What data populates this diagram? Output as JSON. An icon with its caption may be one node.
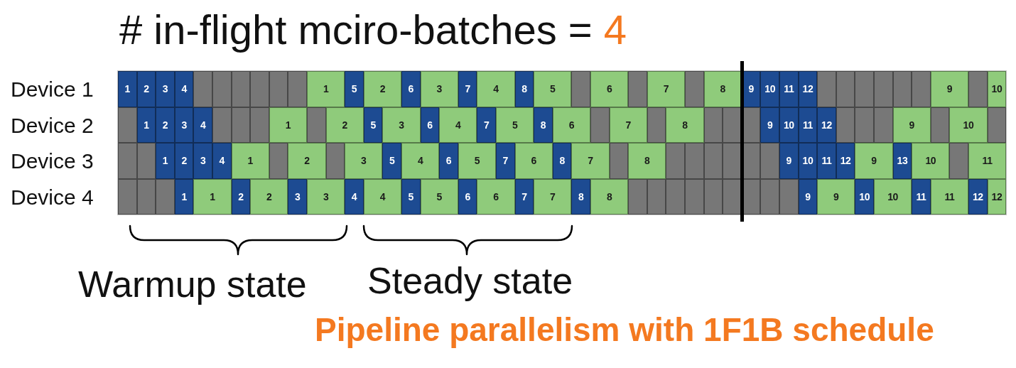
{
  "diagram": {
    "title": "# in-flight mciro-batches = 4",
    "caption": "Pipeline parallelism with 1F1B schedule",
    "nodes": [
      {
        "text": [
          "Device 1"
        ]
      },
      {
        "text": [
          "1"
        ],
        "in": 0
      },
      {
        "text": [
          "2"
        ],
        "in": 0
      },
      {
        "text": [
          "3"
        ],
        "in": 0
      },
      {
        "text": [
          "4"
        ],
        "in": 0
      },
      {
        "text": [],
        "shape": "box",
        "in": 0
      },
      {
        "text": [],
        "shape": "box",
        "in": 0
      },
      {
        "text": [],
        "shape": "box",
        "in": 0
      },
      {
        "text": [],
        "shape": "box",
        "in": 0
      },
      {
        "text": [],
        "shape": "box",
        "in": 0
      },
      {
        "text": [],
        "shape": "box",
        "in": 0
      },
      {
        "text": [
          "1"
        ],
        "in": 0
      },
      {
        "text": [
          "5"
        ],
        "in": 0
      },
      {
        "text": [
          "2"
        ],
        "in": 0
      },
      {
        "text": [
          "6"
        ],
        "in": 0
      },
      {
        "text": [
          "3"
        ],
        "in": 0
      },
      {
        "text": [
          "7"
        ],
        "in": 0
      },
      {
        "text": [
          "4"
        ],
        "in": 0
      },
      {
        "text": [
          "8"
        ],
        "in": 0
      },
      {
        "text": [
          "5"
        ],
        "in": 0
      },
      {
        "text": [],
        "shape": "box",
        "in": 0
      },
      {
        "text": [
          "6"
        ],
        "in": 0
      },
      {
        "text": [],
        "shape": "box",
        "in": 0
      },
      {
        "text": [
          "7"
        ],
        "in": 0
      },
      {
        "text": [],
        "shape": "box",
        "in": 0
      },
      {
        "text": [
          "8"
        ],
        "in": 0
      },
      {
        "text": [
          "9"
        ],
        "in": 0
      },
      {
        "text": [
          "10"
        ],
        "in": 0
      },
      {
        "text": [
          "11"
        ],
        "in": 0
      },
      {
        "text": [
          "12"
        ],
        "in": 0
      },
      {
        "text": [],
        "shape": "box",
        "in": 0
      },
      {
        "text": [],
        "shape": "box",
        "in": 0
      },
      {
        "text": [],
        "shape": "box",
        "in": 0
      },
      {
        "text": [],
        "shape": "box",
        "in": 0
      },
      {
        "text": [],
        "shape": "box",
        "in": 0
      },
      {
        "text": [],
        "shape": "box",
        "in": 0
      },
      {
        "text": [
          "9"
        ],
        "in": 0
      },
      {
        "text": [],
        "shape": "box",
        "in": 0
      },
      {
        "text": [
          "10"
        ],
        "in": 0
      },
      {
        "text": [
          "Device 2"
        ]
      },
      {
        "text": [],
        "shape": "box",
        "in": 39
      },
      {
        "text": [
          "1"
        ],
        "in": 39
      },
      {
        "text": [
          "2"
        ],
        "in": 39
      },
      {
        "text": [
          "3"
        ],
        "in": 39
      },
      {
        "text": [
          "4"
        ],
        "in": 39
      },
      {
        "text": [],
        "shape": "box",
        "in": 39
      },
      {
        "text": [],
        "shape": "box",
        "in": 39
      },
      {
        "text": [],
        "shape": "box",
        "in": 39
      },
      {
        "text": [
          "1"
        ],
        "in": 39
      },
      {
        "text": [],
        "shape": "box",
        "in": 39
      },
      {
        "text": [
          "2"
        ],
        "in": 39
      },
      {
        "text": [
          "5"
        ],
        "in": 39
      },
      {
        "text": [
          "3"
        ],
        "in": 39
      },
      {
        "text": [
          "6"
        ],
        "in": 39
      },
      {
        "text": [
          "4"
        ],
        "in": 39
      },
      {
        "text": [
          "7"
        ],
        "in": 39
      },
      {
        "text": [
          "5"
        ],
        "in": 39
      },
      {
        "text": [
          "8"
        ],
        "in": 39
      },
      {
        "text": [
          "6"
        ],
        "in": 39
      },
      {
        "text": [],
        "shape": "box",
        "in": 39
      },
      {
        "text": [
          "7"
        ],
        "in": 39
      },
      {
        "text": [],
        "shape": "box",
        "in": 39
      },
      {
        "text": [
          "8"
        ],
        "in": 39
      },
      {
        "text": [],
        "shape": "box",
        "in": 39
      },
      {
        "text": [],
        "shape": "box",
        "in": 39
      },
      {
        "text": [],
        "shape": "box",
        "in": 39
      },
      {
        "text": [
          "9"
        ],
        "in": 39
      },
      {
        "text": [
          "10"
        ],
        "in": 39
      },
      {
        "text": [
          "11"
        ],
        "in": 39
      },
      {
        "text": [
          "12"
        ],
        "in": 39
      },
      {
        "text": [],
        "shape": "box",
        "in": 39
      },
      {
        "text": [],
        "shape": "box",
        "in": 39
      },
      {
        "text": [],
        "shape": "box",
        "in": 39
      },
      {
        "text": [
          "9"
        ],
        "in": 39
      },
      {
        "text": [],
        "shape": "box",
        "in": 39
      },
      {
        "text": [
          "10"
        ],
        "in": 39
      },
      {
        "text": [],
        "shape": "box",
        "in": 39
      },
      {
        "text": [
          "Device 3"
        ]
      },
      {
        "text": [],
        "shape": "box",
        "in": 77
      },
      {
        "text": [],
        "shape": "box",
        "in": 77
      },
      {
        "text": [
          "1"
        ],
        "in": 77
      },
      {
        "text": [
          "2"
        ],
        "in": 77
      },
      {
        "text": [
          "3"
        ],
        "in": 77
      },
      {
        "text": [
          "4"
        ],
        "in": 77
      },
      {
        "text": [
          "1"
        ],
        "in": 77
      },
      {
        "text": [],
        "shape": "box",
        "in": 77
      },
      {
        "text": [
          "2"
        ],
        "in": 77
      },
      {
        "text": [],
        "shape": "box",
        "in": 77
      },
      {
        "text": [
          "3"
        ],
        "in": 77
      },
      {
        "text": [
          "5"
        ],
        "in": 77
      },
      {
        "text": [
          "4"
        ],
        "in": 77
      },
      {
        "text": [
          "6"
        ],
        "in": 77
      },
      {
        "text": [
          "5"
        ],
        "in": 77
      },
      {
        "text": [
          "7"
        ],
        "in": 77
      },
      {
        "text": [
          "6"
        ],
        "in": 77
      },
      {
        "text": [
          "8"
        ],
        "in": 77
      },
      {
        "text": [
          "7"
        ],
        "in": 77
      },
      {
        "text": [],
        "shape": "box",
        "in": 77
      },
      {
        "text": [
          "8"
        ],
        "in": 77
      },
      {
        "text": [],
        "shape": "box",
        "in": 77
      },
      {
        "text": [],
        "shape": "box",
        "in": 77
      },
      {
        "text": [],
        "shape": "box",
        "in": 77
      },
      {
        "text": [],
        "shape": "box",
        "in": 77
      },
      {
        "text": [],
        "shape": "box",
        "in": 77
      },
      {
        "text": [],
        "shape": "box",
        "in": 77
      },
      {
        "text": [
          "9"
        ],
        "in": 77
      },
      {
        "text": [
          "10"
        ],
        "in": 77
      },
      {
        "text": [
          "11"
        ],
        "in": 77
      },
      {
        "text": [
          "12"
        ],
        "in": 77
      },
      {
        "text": [
          "9"
        ],
        "in": 77
      },
      {
        "text": [
          "13"
        ],
        "in": 77
      },
      {
        "text": [
          "10"
        ],
        "in": 77
      },
      {
        "text": [],
        "shape": "box",
        "in": 77
      },
      {
        "text": [
          "11"
        ],
        "in": 77
      },
      {
        "text": [
          "Device 4"
        ]
      },
      {
        "text": [],
        "shape": "box",
        "in": 114
      },
      {
        "text": [],
        "shape": "box",
        "in": 114
      },
      {
        "text": [],
        "shape": "box",
        "in": 114
      },
      {
        "text": [
          "1"
        ],
        "in": 114
      },
      {
        "text": [
          "1"
        ],
        "in": 114
      },
      {
        "text": [
          "2"
        ],
        "in": 114
      },
      {
        "text": [
          "2"
        ],
        "in": 114
      },
      {
        "text": [
          "3"
        ],
        "in": 114
      },
      {
        "text": [
          "3"
        ],
        "in": 114
      },
      {
        "text": [
          "4"
        ],
        "in": 114
      },
      {
        "text": [
          "4"
        ],
        "in": 114
      },
      {
        "text": [
          "5"
        ],
        "in": 114
      },
      {
        "text": [
          "5"
        ],
        "in": 114
      },
      {
        "text": [
          "6"
        ],
        "in": 114
      },
      {
        "text": [
          "6"
        ],
        "in": 114
      },
      {
        "text": [
          "7"
        ],
        "in": 114
      },
      {
        "text": [
          "7"
        ],
        "in": 114
      },
      {
        "text": [
          "8"
        ],
        "in": 114
      },
      {
        "text": [
          "8"
        ],
        "in": 114
      },
      {
        "text": [],
        "shape": "box",
        "in": 114
      },
      {
        "text": [],
        "shape": "box",
        "in": 114
      },
      {
        "text": [],
        "shape": "box",
        "in": 114
      },
      {
        "text": [],
        "shape": "box",
        "in": 114
      },
      {
        "text": [],
        "shape": "box",
        "in": 114
      },
      {
        "text": [],
        "shape": "box",
        "in": 114
      },
      {
        "text": [],
        "shape": "box",
        "in": 114
      },
      {
        "text": [],
        "shape": "box",
        "in": 114
      },
      {
        "text": [],
        "shape": "box",
        "in": 114
      },
      {
        "text": [
          "9"
        ],
        "in": 114
      },
      {
        "text": [
          "9"
        ],
        "in": 114
      },
      {
        "text": [
          "10"
        ],
        "in": 114
      },
      {
        "text": [
          "10"
        ],
        "in": 114
      },
      {
        "text": [
          "11"
        ],
        "in": 114
      },
      {
        "text": [
          "11"
        ],
        "in": 114
      },
      {
        "text": [
          "12"
        ],
        "in": 114
      },
      {
        "text": [
          "12"
        ],
        "in": 114
      }
    ],
    "labels": [
      "Warmup state",
      "Steady state"
    ]
  }
}
